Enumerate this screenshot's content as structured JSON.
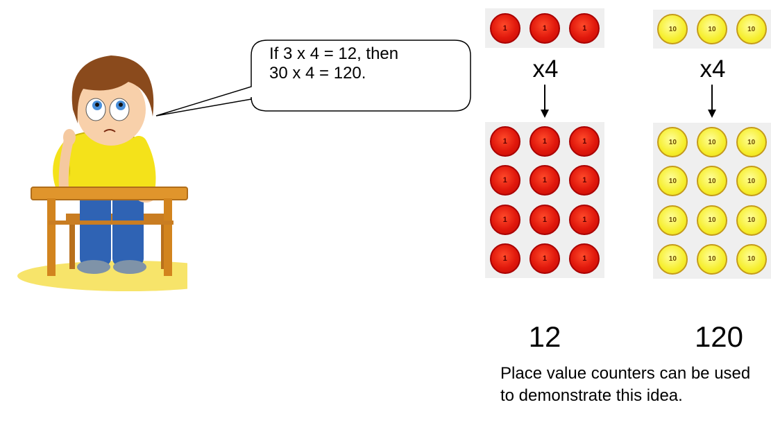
{
  "bubble": {
    "text": "If 3 x 4 = 12, then\n30 x 4 = 120."
  },
  "ones_column": {
    "counter_label": "1",
    "top_count": 3,
    "bottom_count": 12,
    "color": "#e0180c",
    "multiplier": "x4",
    "result": "12"
  },
  "tens_column": {
    "counter_label": "10",
    "top_count": 3,
    "bottom_count": 12,
    "color": "#f6ee2c",
    "multiplier": "x4",
    "result": "120"
  },
  "caption": "Place value counters can be used to demonstrate this idea."
}
